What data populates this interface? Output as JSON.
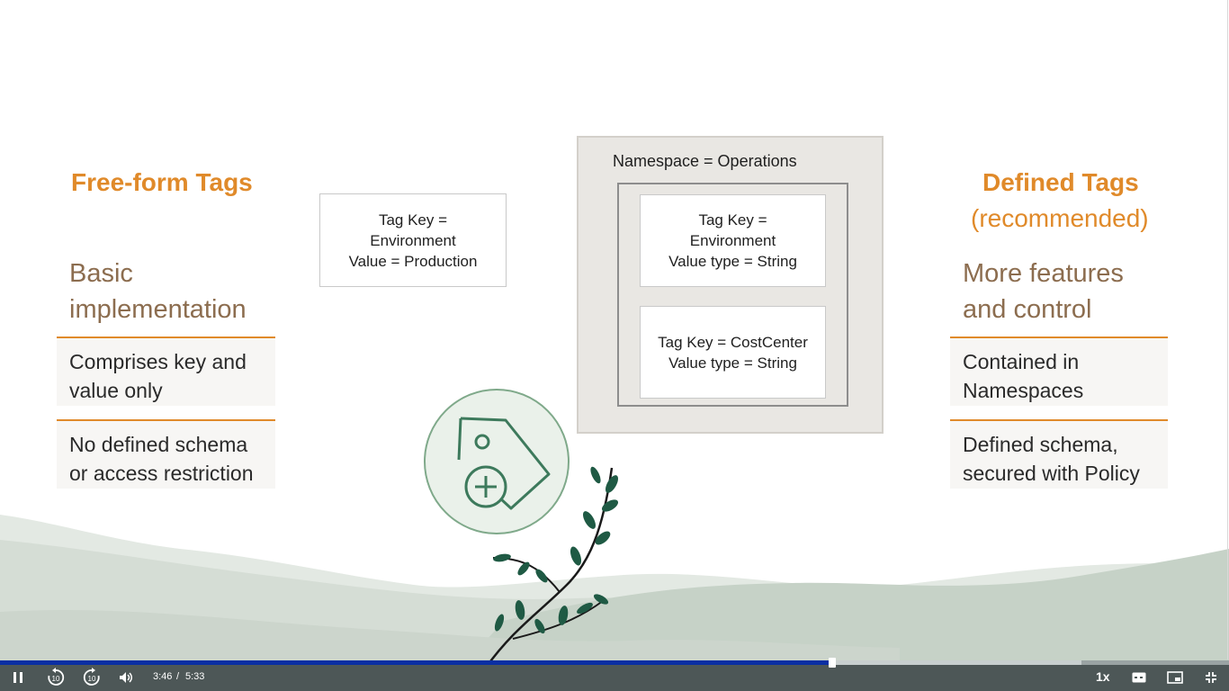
{
  "slide": {
    "left": {
      "title": "Free-form Tags",
      "heading_line1": "Basic",
      "heading_line2": "implementation",
      "card1_line1": "Comprises key and",
      "card1_line2": "value only",
      "card2_line1": "No defined schema",
      "card2_line2": "or access restriction"
    },
    "freeform_tag": {
      "line1": "Tag Key =",
      "line2": "Environment",
      "line3": "Value = Production"
    },
    "namespace": {
      "label": "Namespace = Operations",
      "tag1_line1": "Tag Key =",
      "tag1_line2": "Environment",
      "tag1_line3": "Value type = String",
      "tag2_line1": "Tag Key = CostCenter",
      "tag2_line2": "Value type = String"
    },
    "right": {
      "title": "Defined Tags",
      "subtitle": "(recommended)",
      "heading_line1": "More features",
      "heading_line2": "and control",
      "card1_line1": "Contained in",
      "card1_line2": "Namespaces",
      "card2_line1": "Defined schema,",
      "card2_line2": "secured with Policy"
    },
    "icon": "tag-add-icon"
  },
  "player": {
    "current_time": "3:46",
    "separator": "/",
    "duration": "5:33",
    "playback_rate": "1x",
    "progress_fraction": 0.677,
    "buffered_fraction": 0.88,
    "rewind_seconds": "10",
    "forward_seconds": "10"
  },
  "colors": {
    "accent_orange": "#e08a2a",
    "heading_brown": "#8c6d4f",
    "progress_blue": "#0a2fa3",
    "control_bar": "#4d5757",
    "icon_green": "#3d7a5c"
  }
}
